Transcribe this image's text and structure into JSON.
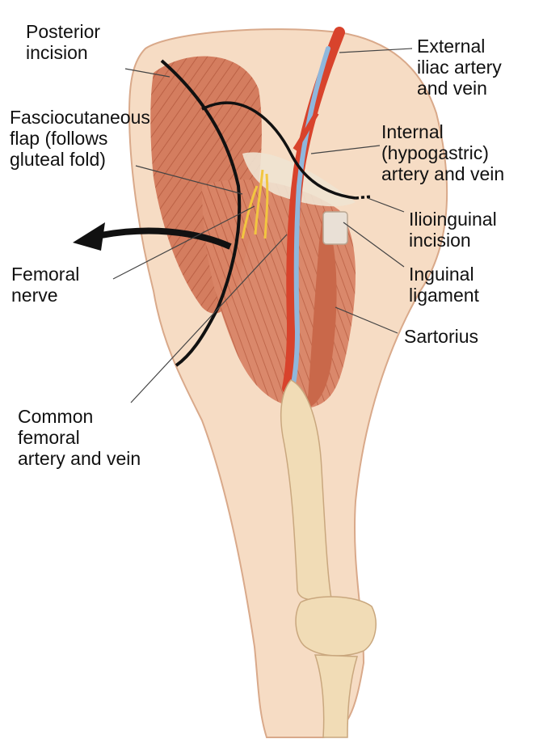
{
  "labels": {
    "posterior_incision": "Posterior\nincision",
    "fasciocutaneous_flap": "Fasciocutaneous\nflap (follows\ngluteal fold)",
    "femoral_nerve": "Femoral\nnerve",
    "common_femoral": "Common\nfemoral\nartery and vein",
    "external_iliac": "External\niliac artery\nand vein",
    "internal_hypogastric": "Internal\n(hypogastric)\nartery and vein",
    "ilioinguinal_incision": "Ilioinguinal\nincision",
    "inguinal_ligament": "Inguinal\nligament",
    "sartorius": "Sartorius"
  },
  "colors": {
    "skin": "#f6dcc4",
    "skin_edge": "#d9a98a",
    "muscle": "#d2785a",
    "muscle_dark": "#b85a3e",
    "artery": "#d8432c",
    "vein": "#8fb7dc",
    "nerve": "#f2c640",
    "bone": "#f1dcb6",
    "incision": "#111111"
  }
}
